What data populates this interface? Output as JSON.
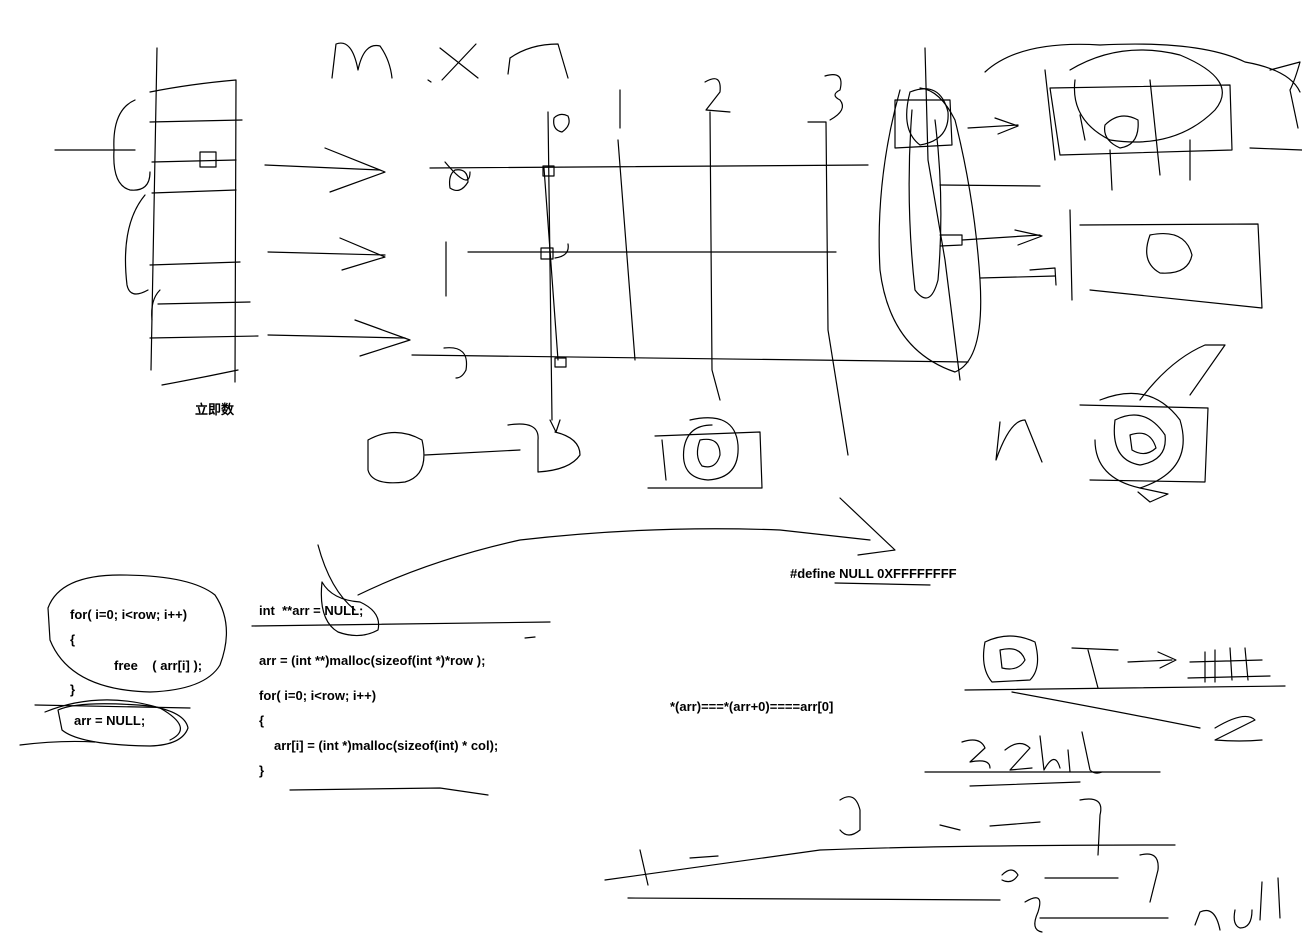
{
  "canvas": {
    "background": "#ffffff",
    "ink": "#000000"
  },
  "labels": {
    "immediate": "立即数",
    "define_null": "#define NULL 0XFFFFFFFF",
    "deref_note": "*(arr)===*(arr+0)====arr[0]"
  },
  "free_code": [
    "for( i=0; i<row; i++)",
    "{",
    "free    ( arr[i] );",
    "}",
    "arr = NULL;"
  ],
  "alloc_code": [
    "int  **arr = NULL;",
    "arr = (int **)malloc(sizeof(int *)*row );",
    "for( i=0; i<row; i++)",
    "{",
    "arr[i] = (int *)malloc(sizeof(int) * col);",
    "}"
  ]
}
